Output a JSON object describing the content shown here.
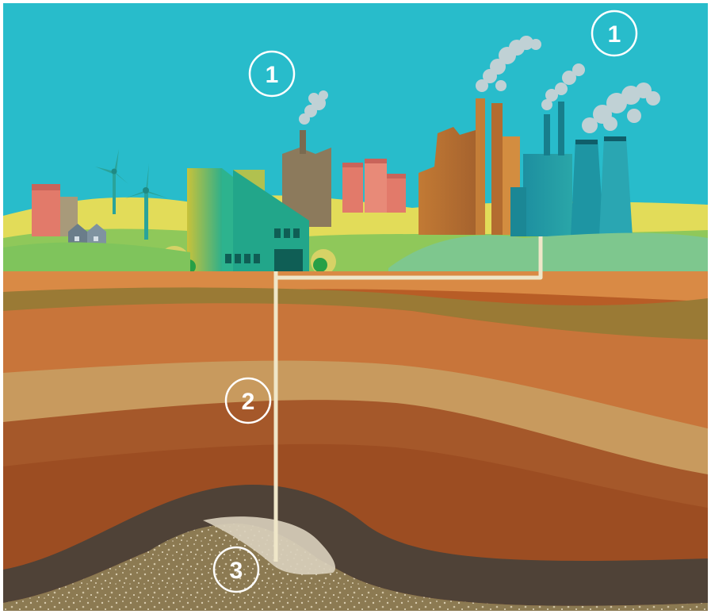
{
  "markers": [
    {
      "id": "capture-left",
      "label": "1"
    },
    {
      "id": "capture-right",
      "label": "1"
    },
    {
      "id": "transport",
      "label": "2"
    },
    {
      "id": "storage",
      "label": "3"
    }
  ],
  "colors": {
    "sky": "#28bccb",
    "pipe": "#efe6c8",
    "topsoil": "#d98a45",
    "cap_rock": "#4f4237",
    "reservoir": "#8f7a4e"
  }
}
